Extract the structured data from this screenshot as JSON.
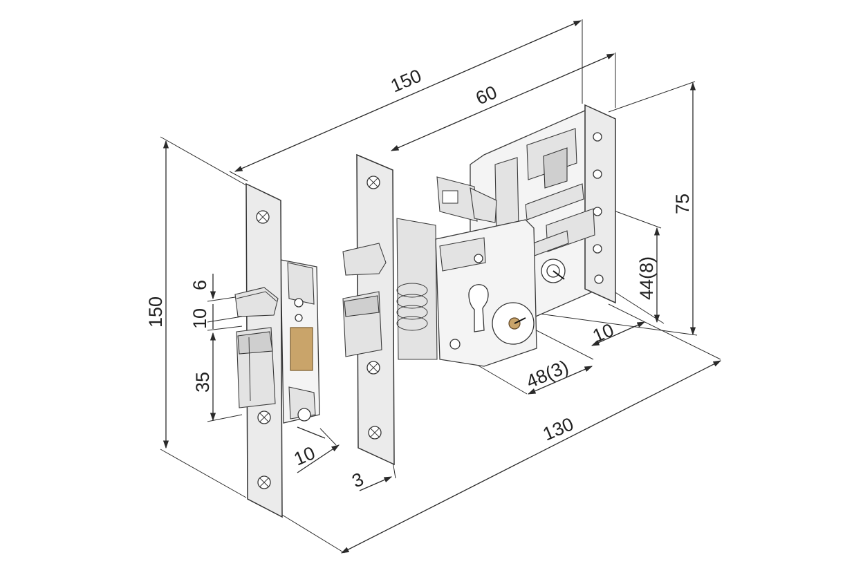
{
  "dimensions": {
    "overall_length": "150",
    "faceplate_height": "150",
    "case_depth": "60",
    "case_height": "75",
    "backset_upper": "44(8)",
    "cylinder_offset": "10",
    "backset_lower": "48(3)",
    "case_length": "130",
    "latch_projection": "6",
    "latch_gap": "10",
    "deadbolt_height": "35",
    "bolt_throw": "10",
    "plate_thickness": "3"
  },
  "colors": {
    "line": "#2a2a2a",
    "metal": "#ebebeb",
    "brass": "#c9a46a"
  }
}
